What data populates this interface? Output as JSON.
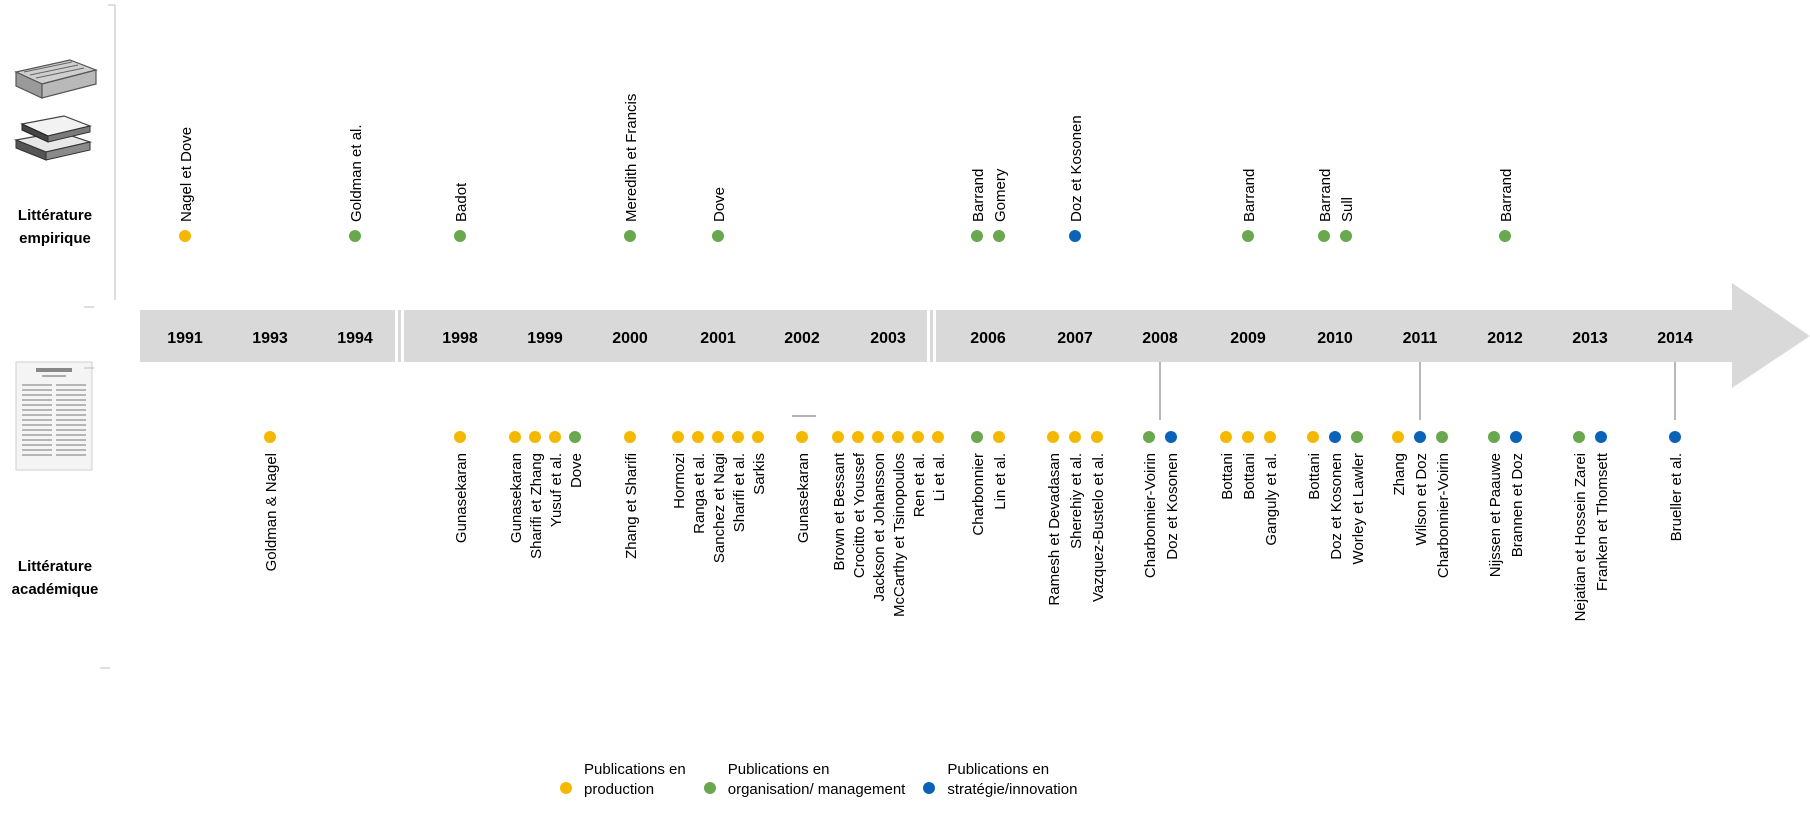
{
  "sections": {
    "empirical_label": "Littérature empirique",
    "academic_label": "Littérature académique"
  },
  "colors": {
    "production": "#f5b800",
    "organisation": "#6aa84f",
    "strategie": "#0b63b8",
    "arrow": "#d9d9d9",
    "separator": "#ffffff"
  },
  "legend": [
    {
      "key": "production",
      "label": "Publications en\nproduction"
    },
    {
      "key": "organisation",
      "label": "Publications en\norganisation/ management"
    },
    {
      "key": "strategie",
      "label": "Publications en\nstratégie/innovation"
    }
  ],
  "years": [
    "1991",
    "1993",
    "1994",
    "1998",
    "1999",
    "2000",
    "2001",
    "2002",
    "2003",
    "2006",
    "2007",
    "2008",
    "2009",
    "2010",
    "2011",
    "2012",
    "2013",
    "2014"
  ],
  "breaks_after": [
    "1994",
    "2003"
  ],
  "empirical": [
    {
      "year": "1991",
      "entries": [
        {
          "text": "Nagel et Dove",
          "cat": "production"
        }
      ]
    },
    {
      "year": "1994",
      "entries": [
        {
          "text": "Goldman et al.",
          "cat": "organisation"
        }
      ]
    },
    {
      "year": "1998",
      "entries": [
        {
          "text": "Badot",
          "cat": "organisation"
        }
      ]
    },
    {
      "year": "2000",
      "entries": [
        {
          "text": "Meredith et Francis",
          "cat": "organisation"
        }
      ]
    },
    {
      "year": "2001",
      "entries": [
        {
          "text": "Dove",
          "cat": "organisation"
        }
      ]
    },
    {
      "year": "2006",
      "entries": [
        {
          "text": "Barrand",
          "cat": "organisation"
        },
        {
          "text": "Gomery",
          "cat": "organisation"
        }
      ]
    },
    {
      "year": "2007",
      "entries": [
        {
          "text": "Doz et Kosonen",
          "cat": "strategie"
        }
      ]
    },
    {
      "year": "2009",
      "entries": [
        {
          "text": "Barrand",
          "cat": "organisation"
        }
      ]
    },
    {
      "year": "2010",
      "entries": [
        {
          "text": "Barrand",
          "cat": "organisation"
        },
        {
          "text": "Sull",
          "cat": "organisation"
        }
      ]
    },
    {
      "year": "2012",
      "entries": [
        {
          "text": "Barrand",
          "cat": "organisation"
        }
      ]
    }
  ],
  "academic": [
    {
      "year": "1993",
      "entries": [
        {
          "text": "Goldman & Nagel",
          "cat": "production"
        }
      ]
    },
    {
      "year": "1998",
      "entries": [
        {
          "text": "Gunasekaran",
          "cat": "production"
        }
      ]
    },
    {
      "year": "1999",
      "entries": [
        {
          "text": "Gunasekaran",
          "cat": "production"
        },
        {
          "text": "Sharifi et Zhang",
          "cat": "production"
        },
        {
          "text": "Yusuf et al.",
          "cat": "production"
        },
        {
          "text": "Dove",
          "cat": "organisation"
        }
      ]
    },
    {
      "year": "2000",
      "entries": [
        {
          "text": "Zhang et Sharifi",
          "cat": "production"
        }
      ]
    },
    {
      "year": "2001",
      "entries": [
        {
          "text": "Hormozi",
          "cat": "production"
        },
        {
          "text": "Ranga et al.",
          "cat": "production"
        },
        {
          "text": "Sanchez et Nagi",
          "cat": "production"
        },
        {
          "text": "Sharifi et al.",
          "cat": "production"
        },
        {
          "text": "Sarkis",
          "cat": "production"
        }
      ]
    },
    {
      "year": "2002",
      "entries": [
        {
          "text": "Gunasekaran",
          "cat": "production"
        }
      ]
    },
    {
      "year": "2003",
      "entries": [
        {
          "text": "Brown et Bessant",
          "cat": "production"
        },
        {
          "text": "Crocitto et Youssef",
          "cat": "production"
        },
        {
          "text": "Jackson et Johansson",
          "cat": "production"
        },
        {
          "text": "McCarthy et Tsinopoulos",
          "cat": "production"
        },
        {
          "text": "Ren et al.",
          "cat": "production"
        },
        {
          "text": "Li et al.",
          "cat": "production"
        }
      ]
    },
    {
      "year": "2006",
      "entries": [
        {
          "text": "Charbonnier",
          "cat": "organisation"
        },
        {
          "text": "Lin et al.",
          "cat": "production"
        }
      ]
    },
    {
      "year": "2007",
      "entries": [
        {
          "text": "Ramesh et Devadasan",
          "cat": "production"
        },
        {
          "text": "Sherehiy et al.",
          "cat": "production"
        },
        {
          "text": "Vazquez-Bustelo et al.",
          "cat": "production"
        }
      ]
    },
    {
      "year": "2008",
      "entries": [
        {
          "text": "Charbonnier-Voirin",
          "cat": "organisation"
        },
        {
          "text": "Doz et Kosonen",
          "cat": "strategie"
        }
      ]
    },
    {
      "year": "2009",
      "entries": [
        {
          "text": "Bottani",
          "cat": "production"
        },
        {
          "text": "Bottani",
          "cat": "production"
        },
        {
          "text": "Ganguly et al.",
          "cat": "production"
        }
      ]
    },
    {
      "year": "2010",
      "entries": [
        {
          "text": "Bottani",
          "cat": "production"
        },
        {
          "text": "Doz et Kosonen",
          "cat": "strategie"
        },
        {
          "text": "Worley et Lawler",
          "cat": "organisation"
        }
      ]
    },
    {
      "year": "2011",
      "entries": [
        {
          "text": "Zhang",
          "cat": "production"
        },
        {
          "text": "Wilson et Doz",
          "cat": "strategie"
        },
        {
          "text": "Charbonnier-Voirin",
          "cat": "organisation"
        }
      ]
    },
    {
      "year": "2012",
      "entries": [
        {
          "text": "Nijssen et Paauwe",
          "cat": "organisation"
        },
        {
          "text": "Brannen et Doz",
          "cat": "strategie"
        }
      ]
    },
    {
      "year": "2013",
      "entries": [
        {
          "text": "Nejatian et Hossein Zarei",
          "cat": "organisation"
        },
        {
          "text": "Franken et Thomsett",
          "cat": "strategie"
        }
      ]
    },
    {
      "year": "2014",
      "entries": [
        {
          "text": "Brueller et al.",
          "cat": "strategie"
        }
      ]
    }
  ]
}
